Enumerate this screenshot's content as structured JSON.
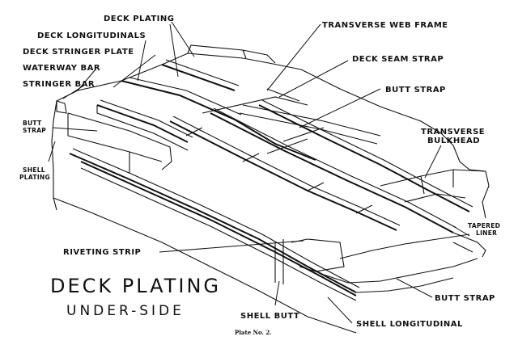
{
  "title": {
    "main": "DECK PLATING",
    "sub": "UNDER-SIDE",
    "plate_ref": "Plate No. 2."
  },
  "labels": {
    "deck_plating": "DECK PLATING",
    "deck_longitudinals": "DECK LONGITUDINALS",
    "deck_stringer_plate": "DECK STRINGER PLATE",
    "waterway_bar": "WATERWAY BAR",
    "stringer_bar": "STRINGER BAR",
    "butt_strap_left_1": "BUTT",
    "butt_strap_left_2": "STRAP",
    "shell_plating_1": "SHELL",
    "shell_plating_2": "PLATING",
    "transverse_web_frame": "TRANSVERSE WEB FRAME",
    "deck_seam_strap": "DECK SEAM STRAP",
    "butt_strap_top": "BUTT STRAP",
    "transverse_bulkhead_1": "TRANSVERSE",
    "transverse_bulkhead_2": "BULKHEAD",
    "tapered_liner_1": "TAPERED",
    "tapered_liner_2": "LINER",
    "riveting_strip": "RIVETING STRIP",
    "butt_strap_bottom": "BUTT STRAP",
    "shell_butt": "SHELL BUTT",
    "shell_longitudinal": "SHELL LONGITUDINAL"
  }
}
